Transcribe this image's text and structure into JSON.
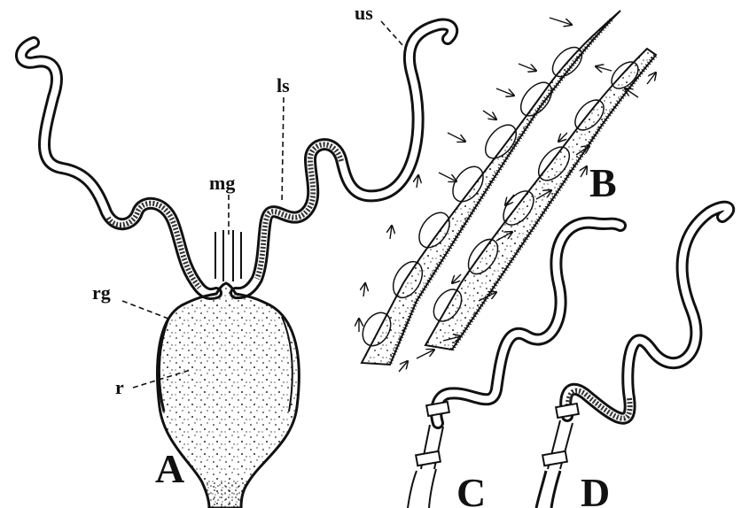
{
  "figure": {
    "panels": [
      {
        "id": "A",
        "label": "A"
      },
      {
        "id": "B",
        "label": "B"
      },
      {
        "id": "C",
        "label": "C"
      },
      {
        "id": "D",
        "label": "D"
      }
    ],
    "annotations": {
      "us": "us",
      "ls": "ls",
      "mg": "mg",
      "rg": "rg",
      "r": "r"
    }
  }
}
